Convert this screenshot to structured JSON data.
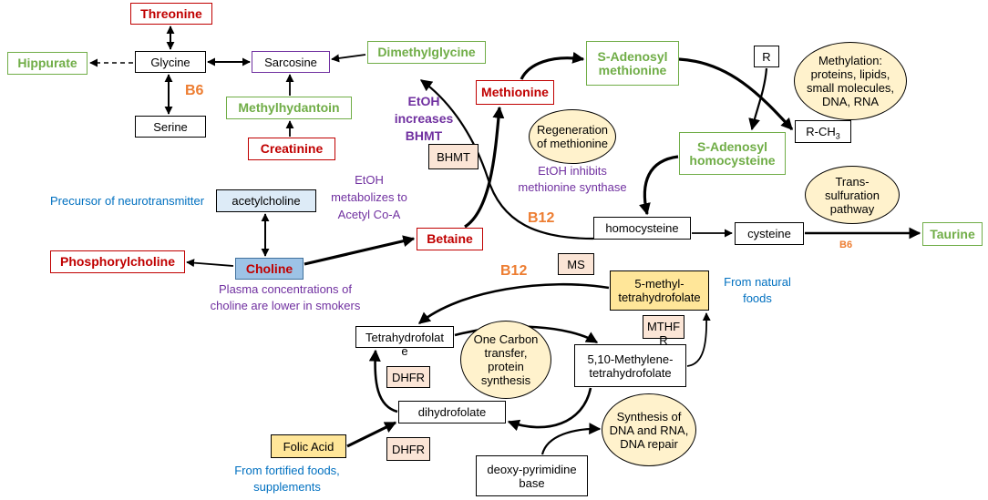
{
  "nodes": {
    "threonine": "Threonine",
    "glycine": "Glycine",
    "hippurate": "Hippurate",
    "sarcosine": "Sarcosine",
    "dimethylglycine": "Dimethylglycine",
    "serine": "Serine",
    "methylhydantoin": "Methylhydantoin",
    "creatinine": "Creatinine",
    "methionine": "Methionine",
    "sam": [
      "S-Adenosyl",
      "methionine"
    ],
    "r": "R",
    "rch3": {
      "base": "R-CH",
      "sub": "3"
    },
    "sah": [
      "S-Adenosyl",
      "homocysteine"
    ],
    "bhmt": "BHMT",
    "acetylcholine": "acetylcholine",
    "choline": "Choline",
    "phosphorylcholine": "Phosphorylcholine",
    "betaine": "Betaine",
    "homocysteine": "homocysteine",
    "cysteine": "cysteine",
    "taurine": "Taurine",
    "ms": "MS",
    "methyl_thf": [
      "5-methyl-",
      "tetrahydrofolate"
    ],
    "mthfr": [
      "MTHF",
      "R"
    ],
    "thf": [
      "Tetrahydrofolat",
      "e"
    ],
    "methylene_thf": [
      "5,10-Methylene-",
      "tetrahydrofolate"
    ],
    "dhfr_upper": "DHFR",
    "dihydrofolate": "dihydrofolate",
    "folic_acid": "Folic Acid",
    "dhfr_lower": "DHFR",
    "deoxy_pyrimidine": [
      "deoxy-pyrimidine",
      "base"
    ]
  },
  "ellipses": {
    "methylation": [
      "Methylation:",
      "proteins, lipids,",
      "small molecules,",
      "DNA, RNA"
    ],
    "regeneration": [
      "Regeneration",
      "of methionine"
    ],
    "trans_sulfuration": [
      "Trans-",
      "sulfuration",
      "pathway"
    ],
    "one_carbon": [
      "One Carbon",
      "transfer,",
      "protein",
      "synthesis"
    ],
    "synthesis": [
      "Synthesis of",
      "DNA and RNA,",
      "DNA repair"
    ]
  },
  "annotations": {
    "b6_glycine": "B6",
    "etoh_increases": [
      "EtOH",
      "increases",
      "BHMT"
    ],
    "etoh_inhibits": [
      "EtOH inhibits",
      "methionine synthase"
    ],
    "etoh_metabolizes": [
      "EtOH",
      "metabolizes to",
      "Acetyl Co-A"
    ],
    "precursor": "Precursor of neurotransmitter",
    "plasma": [
      "Plasma concentrations of",
      "choline are lower in smokers"
    ],
    "b12_upper": "B12",
    "b12_lower": "B12",
    "b6_taurine": "B6",
    "natural_foods": [
      "From natural",
      "foods"
    ],
    "fortified_foods": [
      "From fortified foods,",
      "supplements"
    ]
  },
  "colors": {
    "red": "#c00000",
    "green": "#70ad47",
    "purple": "#7030a0",
    "orange": "#ed7d31",
    "blue": "#0070c0",
    "pink_fill": "#fbe5d6",
    "yellow_fill": "#ffe699",
    "ellipse_fill": "#fff2cc",
    "acetylcholine_fill": "#ddebf7",
    "choline_fill": "#9dc3e6"
  }
}
